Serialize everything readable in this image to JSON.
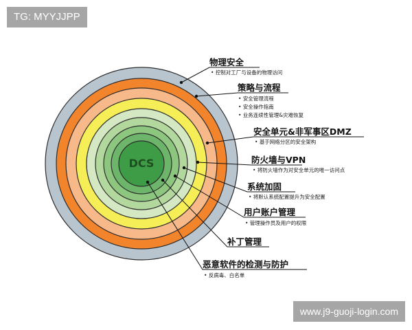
{
  "watermark_top": "TG: MYYJJPP",
  "watermark_bottom": "www.j9-guoji-login.com",
  "center_label": "DCS",
  "rings": [
    {
      "name": "outer",
      "color": "#b8c4ce"
    },
    {
      "name": "dark-orange",
      "color": "#f2842c"
    },
    {
      "name": "light-orange",
      "color": "#f7b98a"
    },
    {
      "name": "yellow",
      "color": "#f6ee57"
    },
    {
      "name": "pale-green",
      "color": "#d3e8c3"
    },
    {
      "name": "light-green",
      "color": "#b3d89e"
    },
    {
      "name": "mid-green",
      "color": "#8dc67f"
    },
    {
      "name": "green",
      "color": "#6cb56b"
    },
    {
      "name": "center",
      "color": "#3f9c46"
    }
  ],
  "layers": [
    {
      "title": "物理安全",
      "bullets": [
        "控制对工厂与设备的物理访问"
      ]
    },
    {
      "title": "策略与流程",
      "bullets": [
        "安全管理流程",
        "安全操作指南",
        "业务连续性管理&灾难恢复"
      ]
    },
    {
      "title": "安全单元&非军事区DMZ",
      "bullets": [
        "基于网络分区的安全架构"
      ]
    },
    {
      "title": "防火墙与VPN",
      "bullets": [
        "将防火墙作为对安全单元的唯一访问点"
      ]
    },
    {
      "title": "系统加固",
      "bullets": [
        "将默认系统配置提升为安全配置"
      ]
    },
    {
      "title": "用户账户管理",
      "bullets": [
        "管理操作员及用户的权限"
      ]
    },
    {
      "title": "补丁管理",
      "bullets": []
    },
    {
      "title": "恶意软件的检测与防护",
      "bullets": [
        "反病毒、白名单"
      ]
    }
  ]
}
